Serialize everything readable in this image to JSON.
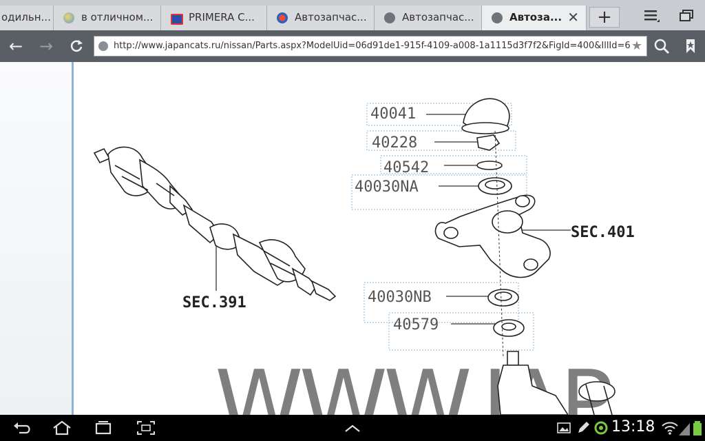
{
  "tabs": [
    {
      "label": "одильн...",
      "active": false
    },
    {
      "label": "в отличном...",
      "active": false
    },
    {
      "label": "PRIMERA C...",
      "active": false
    },
    {
      "label": "Автозапчас...",
      "active": false
    },
    {
      "label": "Автозапчас...",
      "active": false
    },
    {
      "label": "Автоза...",
      "active": true
    }
  ],
  "toolbar": {
    "url": "http://www.japancats.ru/nissan/Parts.aspx?ModelUid=06d91de1-915f-4109-a008-1a1115d3f7f2&FigId=400&IllId=6"
  },
  "diagram": {
    "parts": [
      "40041",
      "40228",
      "40542",
      "40030NA",
      "40030NB",
      "40579"
    ],
    "sections": [
      "SEC.401",
      "SEC.391"
    ],
    "watermark": "WWW.JAP"
  },
  "status": {
    "time": "13:18"
  },
  "colors": {
    "tabstrip": "#c9ccd0",
    "toolbar": "#5a5f66",
    "accent_border": "#8fb3d6",
    "system_bar": "#000000",
    "battery": "#7ac943"
  }
}
